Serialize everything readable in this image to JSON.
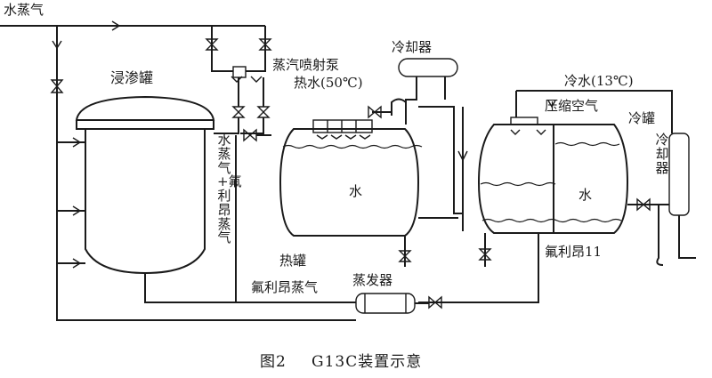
{
  "labels": {
    "steam": "水蒸气",
    "leaching_tank": "浸渗罐",
    "steam_ejector": "蒸汽喷射泵",
    "hot_water": "热水(50℃)",
    "condenser_top": "冷却器",
    "cold_water": "冷水(13℃)",
    "compressed_air": "压缩空气",
    "cold_tank": "冷罐",
    "cooler_side": "冷却器",
    "water_hot": "水",
    "water_cold": "水",
    "hot_tank": "热罐",
    "freon11": "氟利昂11",
    "evaporator": "蒸发器",
    "freon_vapor": "氟利昂蒸气",
    "vertical_mix": "水蒸气+氟利昂蒸气"
  },
  "caption": {
    "fig": "图2",
    "name": "G13C装置示意"
  }
}
